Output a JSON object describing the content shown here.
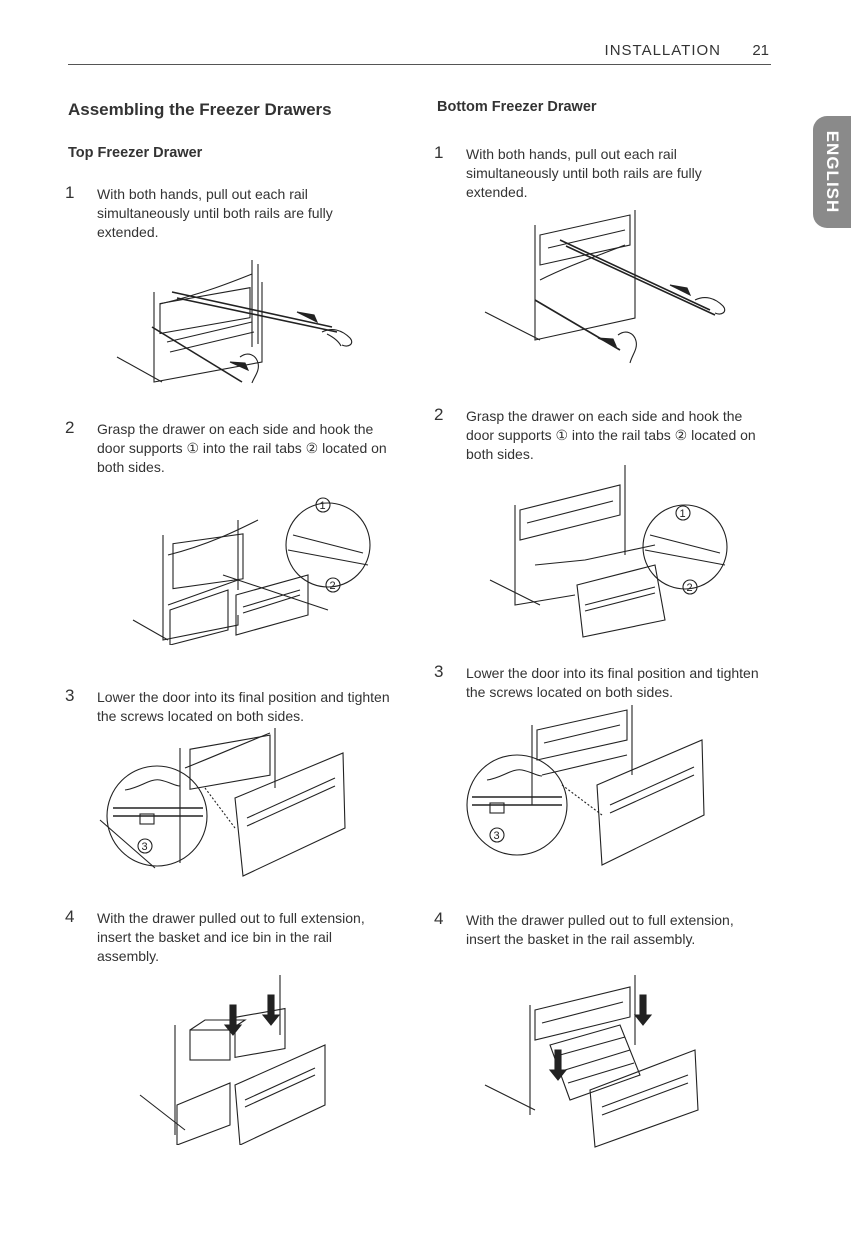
{
  "header": {
    "section": "INSTALLATION",
    "page_number": "21"
  },
  "language_tab": {
    "label": "ENGLISH"
  },
  "left": {
    "title": "Assembling the Freezer Drawers",
    "subtitle": "Top Freezer Drawer",
    "steps": [
      {
        "num": "1",
        "text": "With both hands, pull out each rail simultaneously until both rails are fully extended."
      },
      {
        "num": "2",
        "text": "Grasp the drawer on each side and hook the door supports ① into the rail tabs ② located on both sides."
      },
      {
        "num": "3",
        "text": "Lower the door into its final position and tighten the screws located on both sides."
      },
      {
        "num": "4",
        "text": "With the drawer pulled out to full extension, insert the basket and ice bin in the rail assembly."
      }
    ]
  },
  "right": {
    "subtitle": "Bottom Freezer Drawer",
    "steps": [
      {
        "num": "1",
        "text": "With both hands, pull out each rail simultaneously until both rails are fully extended."
      },
      {
        "num": "2",
        "text": "Grasp the drawer on each side and hook the door supports ① into the rail tabs ② located on both sides."
      },
      {
        "num": "3",
        "text": "Lower the door into its final position and tighten the screws located on both sides."
      },
      {
        "num": "4",
        "text": "With the drawer pulled out to full extension, insert the basket in the rail assembly."
      }
    ]
  },
  "callouts": {
    "one": "1",
    "two": "2",
    "three": "3"
  }
}
